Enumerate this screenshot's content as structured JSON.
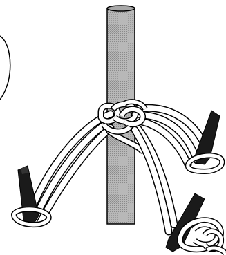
{
  "diagram": {
    "colors": {
      "background": "#ffffff",
      "pole_fill": "#b8b8b8",
      "pole_stipple": "#8a8a8a",
      "outline": "#000000",
      "stake_fill": "#1a1a1a",
      "rope_fill": "#ffffff"
    },
    "elements": {
      "pole": "vertical-pole",
      "knot": "lashing-knot",
      "stakes": [
        "stake-left",
        "stake-right-upper",
        "stake-right-lower"
      ],
      "ropes": [
        "rope-left",
        "rope-right-upper",
        "rope-right-lower"
      ],
      "partial_circle": "edge-arc",
      "coil": "rope-coil"
    }
  }
}
